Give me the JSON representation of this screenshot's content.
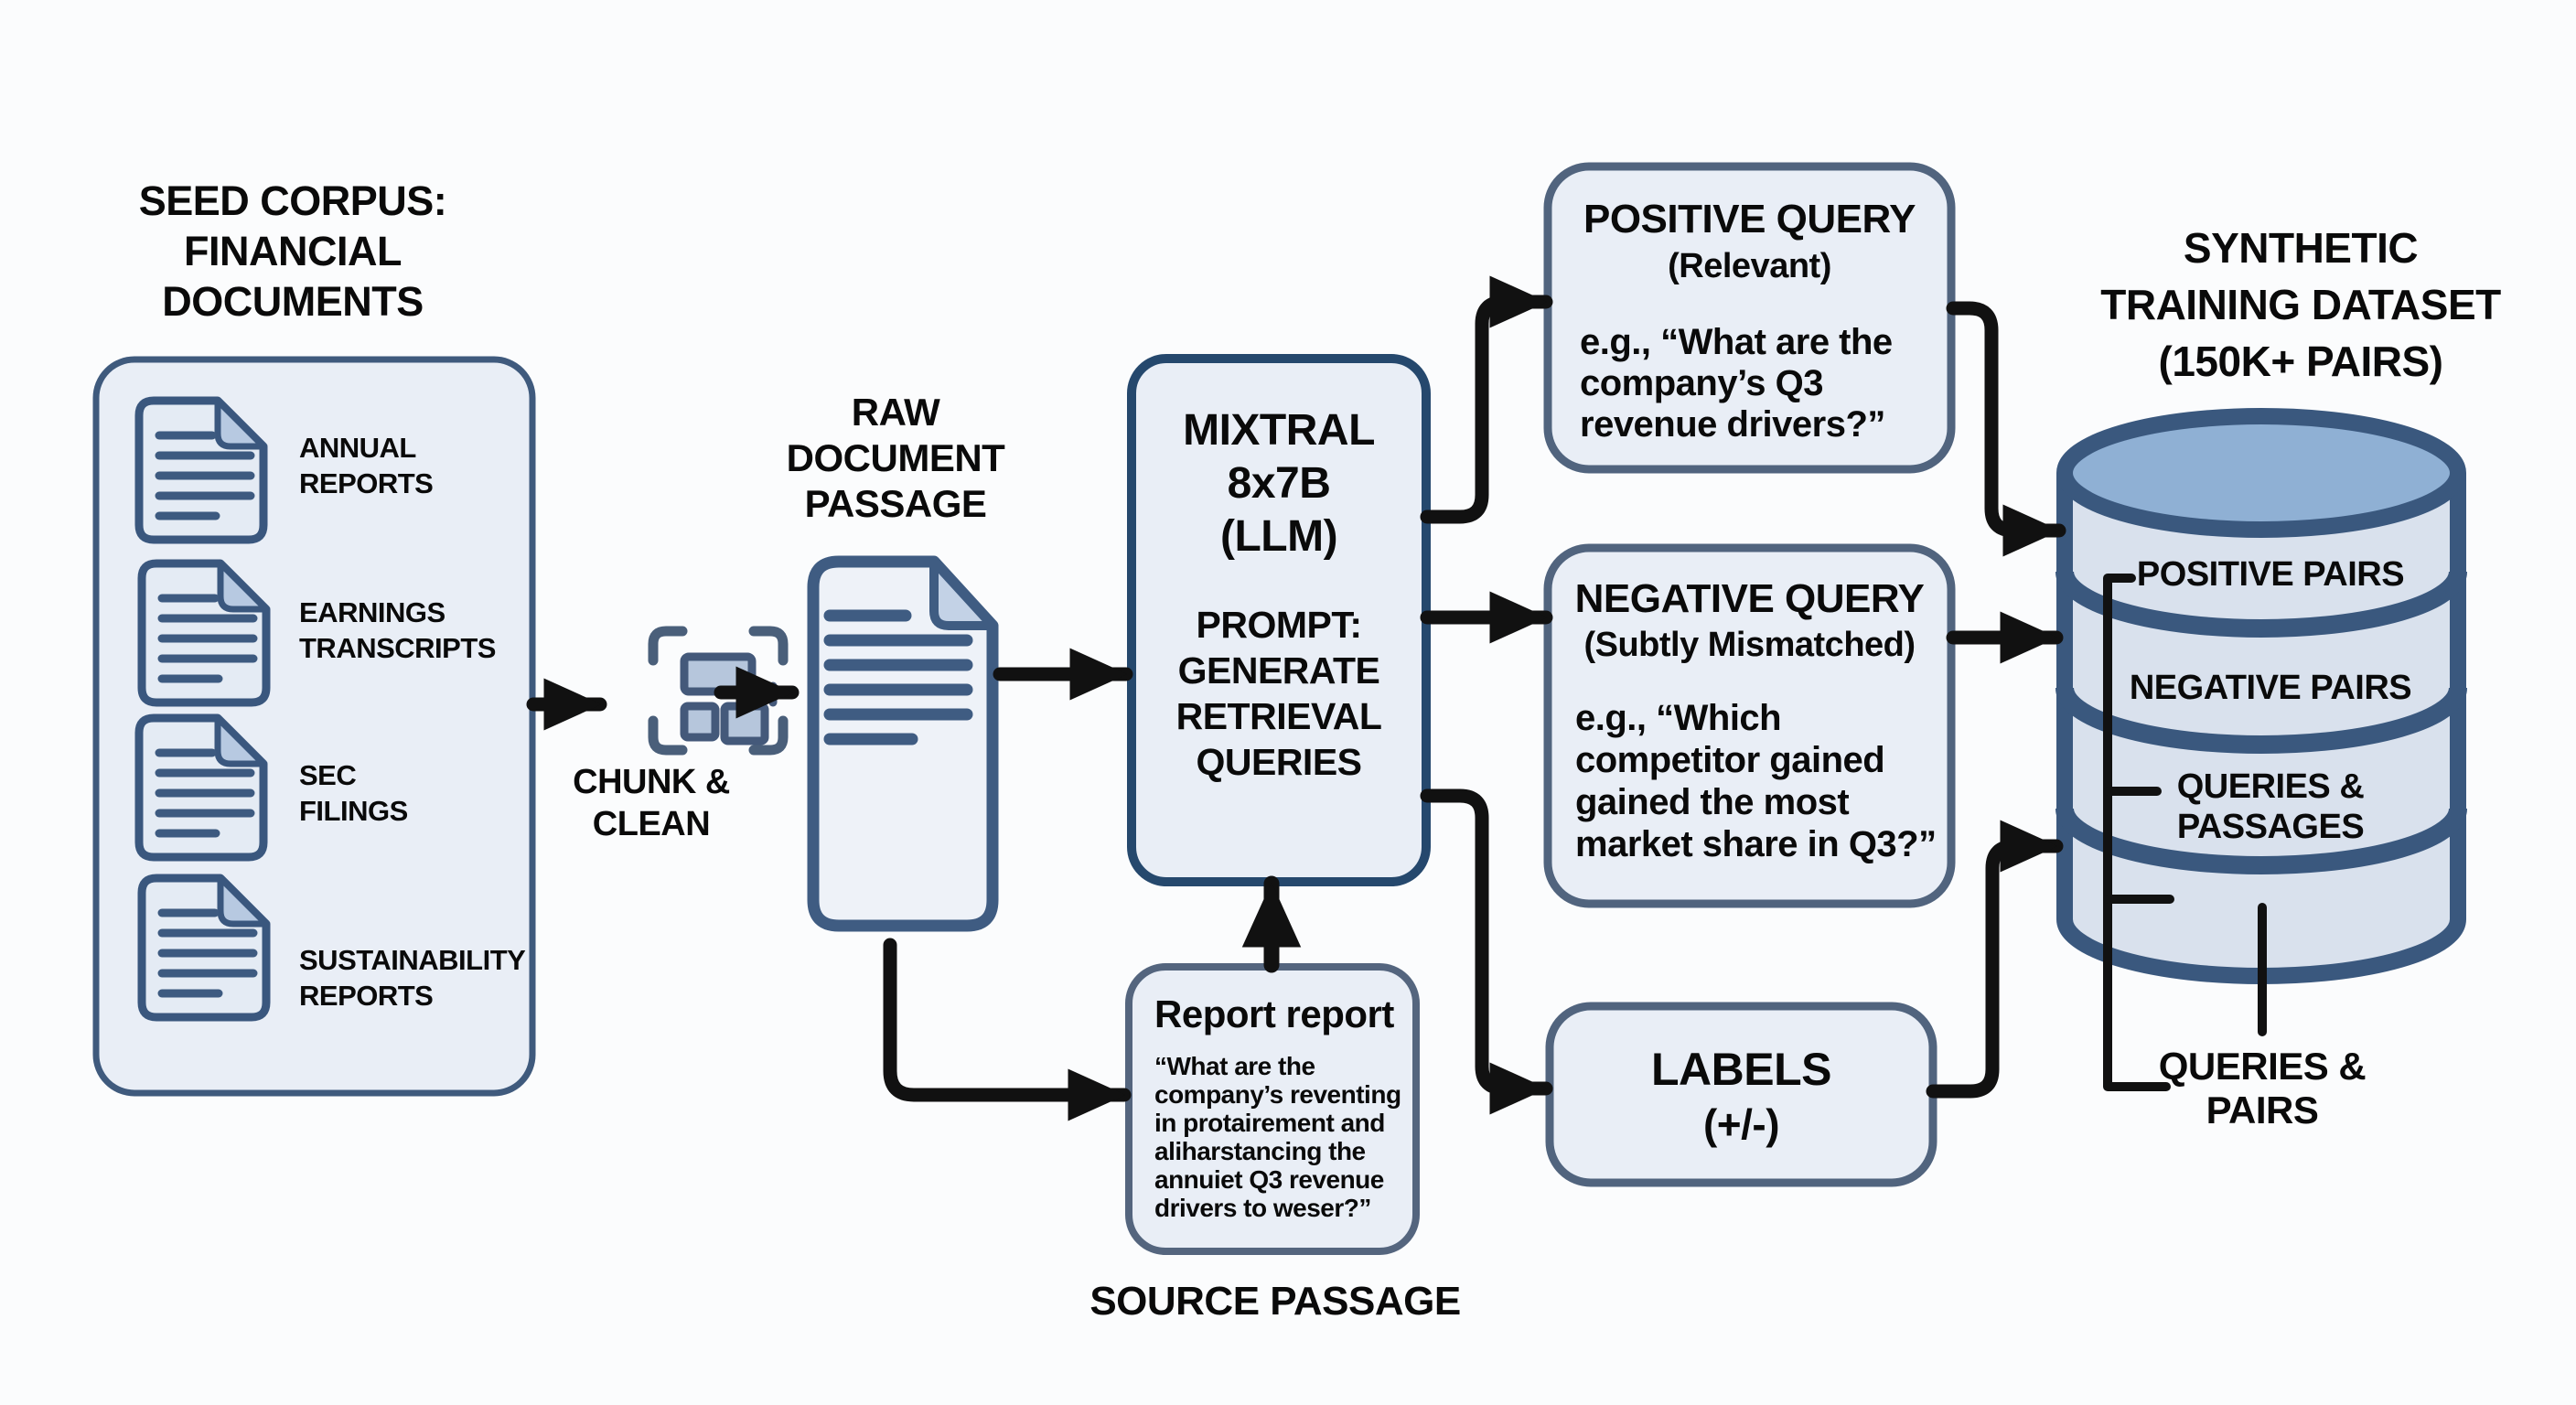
{
  "colors": {
    "box_fill": "#e9eef6",
    "box_border": "#3a577e",
    "arrow": "#111111",
    "cylinder_top": "#8fb0d4",
    "cylinder_body": "#d9e1ed",
    "text": "#0a0a0a"
  },
  "seed_corpus": {
    "title": "SEED CORPUS:\nFINANCIAL\nDOCUMENTS",
    "documents": [
      {
        "icon": "document-icon",
        "label": "ANNUAL\nREPORTS"
      },
      {
        "icon": "document-icon",
        "label": "EARNINGS\nTRANSCRIPTS"
      },
      {
        "icon": "document-icon",
        "label": "SEC\nFILINGS"
      },
      {
        "icon": "document-icon",
        "label": "SUSTAINABILITY\nREPORTS"
      }
    ]
  },
  "chunk_clean": {
    "icon": "chunk-clean-icon",
    "label": "CHUNK &\nCLEAN"
  },
  "raw_passage": {
    "icon": "document-icon",
    "label": "RAW\nDOCUMENT\nPASSAGE"
  },
  "llm": {
    "title": "MIXTRAL\n8x7B\n(LLM)",
    "prompt": "PROMPT:\nGENERATE\nRETRIEVAL\nQUERIES"
  },
  "positive_query": {
    "title": "POSITIVE QUERY",
    "subtitle": "(Relevant)",
    "example": "e.g., “What are the\ncompany’s Q3\nrevenue drivers?”"
  },
  "negative_query": {
    "title": "NEGATIVE QUERY",
    "subtitle": "(Subtly Mismatched)",
    "example": "e.g., “Which\ncompetitor gained\ngained the most\nmarket share in Q3?”"
  },
  "labels": {
    "title": "LABELS",
    "subtitle": "(+/-)"
  },
  "source_passage": {
    "heading": "Report report",
    "body": "“What are the\ncompany’s reventing\nin protairement and\naliharstancing the\nannuiet Q3 revenue\ndrivers to weser?”",
    "caption": "SOURCE PASSAGE"
  },
  "dataset": {
    "icon": "database-cylinder-icon",
    "title": "SYNTHETIC\nTRAINING DATASET\n(150K+ PAIRS)",
    "layers": [
      "POSITIVE PAIRS",
      "NEGATIVE PAIRS",
      "QUERIES &\nPASSAGES"
    ],
    "callout": "QUERIES &\nPAIRS"
  }
}
